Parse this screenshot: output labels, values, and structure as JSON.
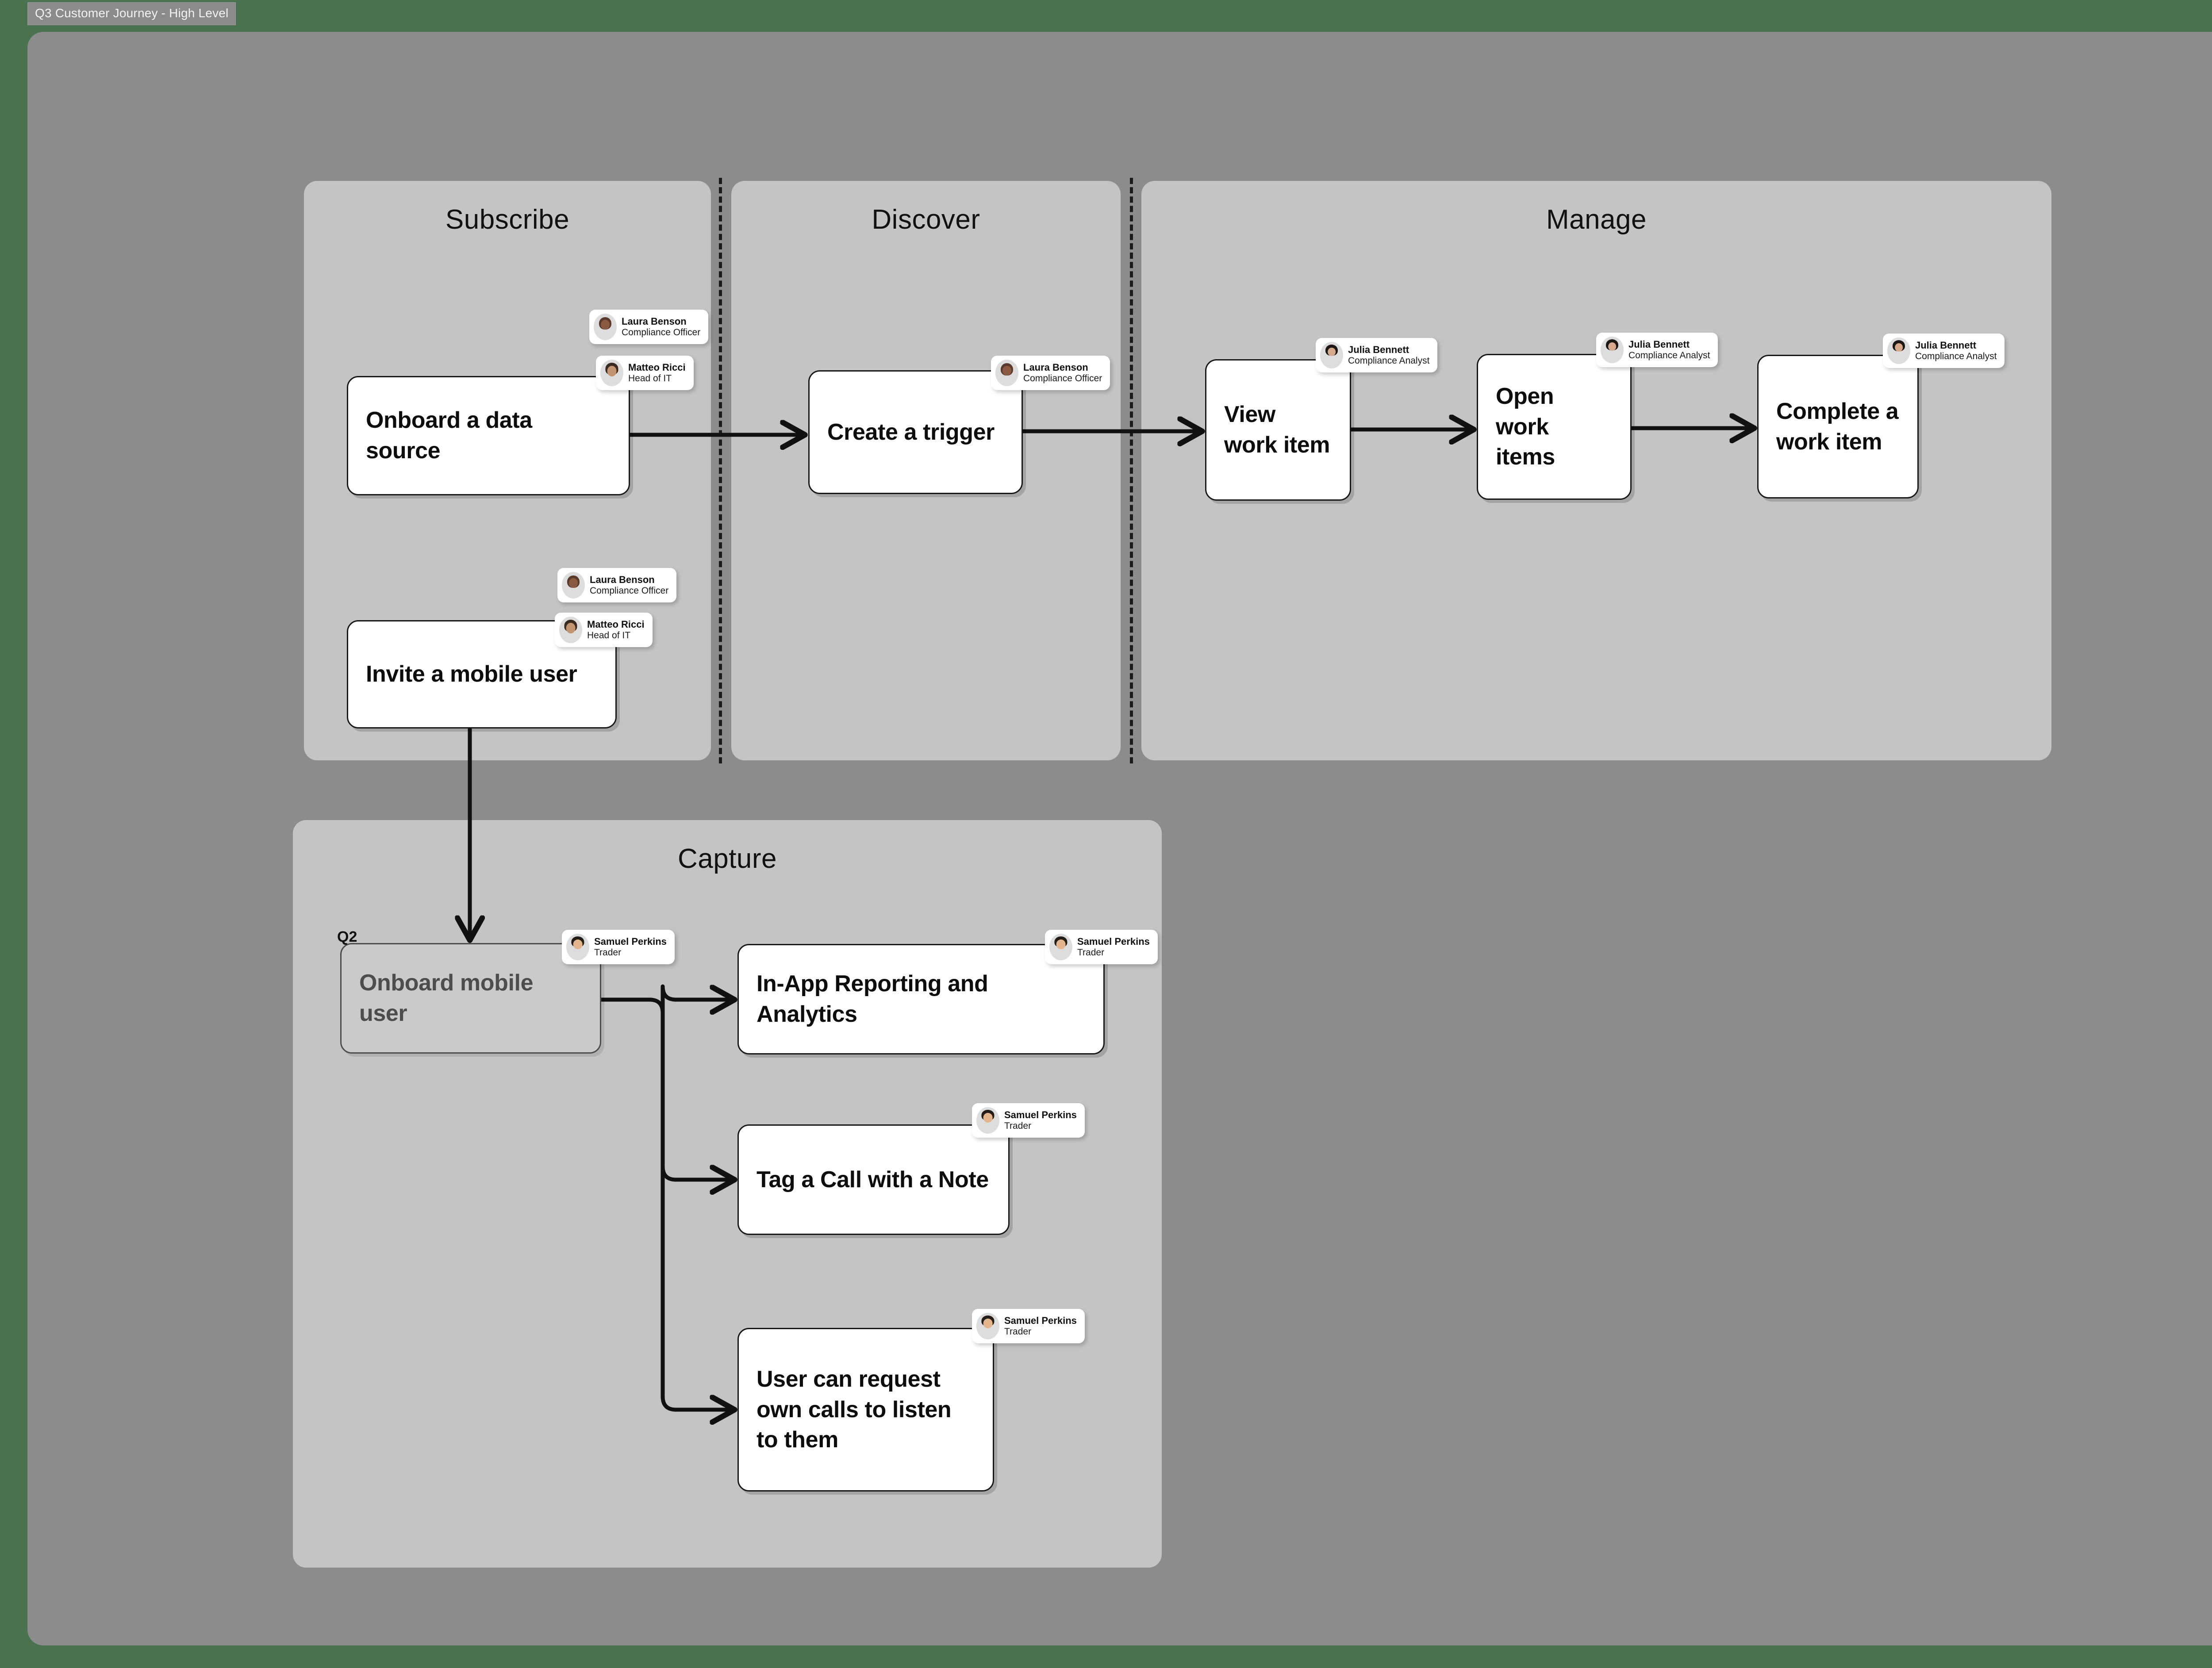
{
  "window": {
    "title": "Q3 Customer Journey - High Level",
    "background_color": "#4a7150",
    "canvas_color": "#8c8c8c",
    "lane_color": "#c4c4c4"
  },
  "lanes": [
    {
      "id": "subscribe",
      "title": "Subscribe"
    },
    {
      "id": "discover",
      "title": "Discover"
    },
    {
      "id": "manage",
      "title": "Manage"
    },
    {
      "id": "capture",
      "title": "Capture"
    }
  ],
  "markers": [
    {
      "id": "q2",
      "label": "Q2"
    }
  ],
  "personas": [
    {
      "id": "laura",
      "name": "Laura Benson",
      "role": "Compliance Officer"
    },
    {
      "id": "matteo",
      "name": "Matteo Ricci",
      "role": "Head of IT"
    },
    {
      "id": "julia",
      "name": "Julia Bennett",
      "role": "Compliance Analyst"
    },
    {
      "id": "samuel",
      "name": "Samuel Perkins",
      "role": "Trader"
    }
  ],
  "nodes": [
    {
      "id": "onboard-data-source",
      "lane": "subscribe",
      "label": "Onboard a data source",
      "state": "active",
      "personas": [
        "Laura Benson",
        "Matteo Ricci"
      ]
    },
    {
      "id": "invite-mobile-user",
      "lane": "subscribe",
      "label": "Invite a mobile user",
      "state": "active",
      "personas": [
        "Laura Benson",
        "Matteo Ricci"
      ]
    },
    {
      "id": "create-trigger",
      "lane": "discover",
      "label": "Create a trigger",
      "state": "active",
      "personas": [
        "Laura Benson"
      ]
    },
    {
      "id": "view-work-item",
      "lane": "manage",
      "label": "View\nwork item",
      "state": "active",
      "personas": [
        "Julia Bennett"
      ]
    },
    {
      "id": "open-work-items",
      "lane": "manage",
      "label": "Open\nwork items",
      "state": "active",
      "personas": [
        "Julia Bennett"
      ]
    },
    {
      "id": "complete-work-item",
      "lane": "manage",
      "label": "Complete a\nwork item",
      "state": "active",
      "personas": [
        "Julia Bennett"
      ]
    },
    {
      "id": "onboard-mobile-user",
      "lane": "capture",
      "label": "Onboard mobile user",
      "state": "dimmed",
      "personas": [
        "Samuel Perkins"
      ]
    },
    {
      "id": "inapp-reporting",
      "lane": "capture",
      "label": "In-App Reporting and Analytics",
      "state": "active",
      "personas": [
        "Samuel Perkins"
      ]
    },
    {
      "id": "tag-call-note",
      "lane": "capture",
      "label": "Tag a Call with a Note",
      "state": "active",
      "personas": [
        "Samuel Perkins"
      ]
    },
    {
      "id": "user-request-calls",
      "lane": "capture",
      "label": "User can request\nown calls to listen\nto them",
      "state": "active",
      "personas": [
        "Samuel Perkins"
      ]
    }
  ],
  "node_labels": {
    "onboard_data_source": "Onboard a data source",
    "invite_mobile_user": "Invite a mobile user",
    "create_trigger": "Create a trigger",
    "view_work_item_1": "View",
    "view_work_item_2": "work item",
    "open_work_items_1": "Open",
    "open_work_items_2": "work items",
    "complete_work_item_1": "Complete a",
    "complete_work_item_2": "work item",
    "onboard_mobile_user": "Onboard mobile user",
    "inapp_reporting": "In-App Reporting and Analytics",
    "tag_call_note": "Tag a Call with a Note",
    "user_request_calls_1": "User can request",
    "user_request_calls_2": "own calls to listen",
    "user_request_calls_3": "to them"
  },
  "edges": [
    {
      "from": "onboard-data-source",
      "to": "create-trigger"
    },
    {
      "from": "create-trigger",
      "to": "view-work-item"
    },
    {
      "from": "view-work-item",
      "to": "open-work-items"
    },
    {
      "from": "open-work-items",
      "to": "complete-work-item"
    },
    {
      "from": "invite-mobile-user",
      "to": "onboard-mobile-user"
    },
    {
      "from": "onboard-mobile-user",
      "to": "inapp-reporting"
    },
    {
      "from": "onboard-mobile-user",
      "to": "tag-call-note"
    },
    {
      "from": "onboard-mobile-user",
      "to": "user-request-calls"
    }
  ]
}
